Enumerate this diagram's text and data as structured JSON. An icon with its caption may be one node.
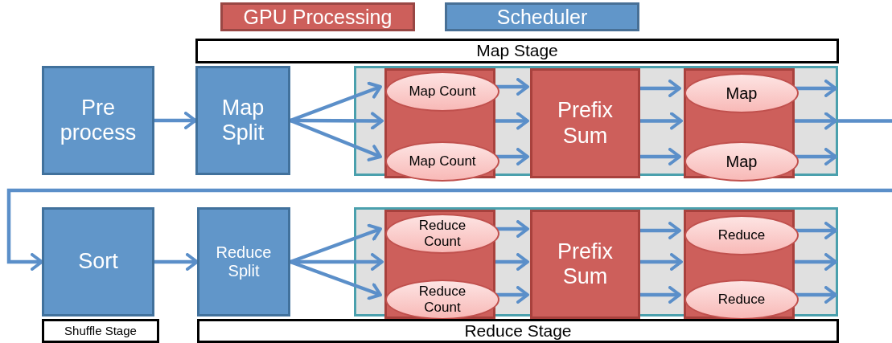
{
  "diagram": {
    "nodes": [
      {
        "text": [
          "Map Stage"
        ]
      },
      {
        "text": [
          "Pre process"
        ]
      },
      {
        "text": [
          "Map Split"
        ]
      },
      {
        "text": [],
        "shape": "box"
      },
      {
        "text": [],
        "shape": "box",
        "in": 3
      },
      {
        "text": [
          "Map Count"
        ],
        "in": 4
      },
      {
        "text": [
          "Map Count"
        ],
        "in": 4
      },
      {
        "text": [
          "Prefix Sum"
        ],
        "in": 3
      },
      {
        "text": [],
        "shape": "box",
        "in": 3
      },
      {
        "text": [
          "Map"
        ],
        "in": 8
      },
      {
        "text": [
          "Map"
        ],
        "in": 8
      },
      {
        "text": [
          "Sort"
        ]
      },
      {
        "text": [
          "Reduce Split"
        ]
      },
      {
        "text": [],
        "shape": "box"
      },
      {
        "text": [],
        "shape": "box",
        "in": 13
      },
      {
        "text": [
          "Reduce Count"
        ],
        "in": 14
      },
      {
        "text": [
          "Reduce Count"
        ],
        "in": 14
      },
      {
        "text": [
          "Prefix Sum"
        ],
        "in": 13
      },
      {
        "text": [],
        "shape": "box",
        "in": 13
      },
      {
        "text": [
          "Reduce"
        ],
        "in": 18
      },
      {
        "text": [
          "Reduce"
        ],
        "in": 18
      },
      {
        "text": [
          "Shuffle Stage"
        ]
      },
      {
        "text": [
          "Reduce Stage"
        ]
      }
    ],
    "edges": [
      {
        "from": 1,
        "to": 2,
        "arrow": "to"
      },
      {
        "from": 2,
        "to": 5,
        "arrow": "to"
      },
      {
        "from": 2,
        "to": 4,
        "arrow": "to"
      },
      {
        "from": 2,
        "to": 6,
        "arrow": "to"
      },
      {
        "from": 5,
        "to": 7,
        "arrow": "to"
      },
      {
        "from": 4,
        "to": 7,
        "arrow": "to"
      },
      {
        "from": 6,
        "to": 7,
        "arrow": "to"
      },
      {
        "from": 7,
        "to": 9,
        "arrow": "to"
      },
      {
        "from": 7,
        "to": 8,
        "arrow": "to"
      },
      {
        "from": 7,
        "to": 10,
        "arrow": "to"
      },
      {
        "from": 9,
        "to": 3,
        "arrow": "to"
      },
      {
        "from": 8,
        "to": 3,
        "arrow": "to"
      },
      {
        "from": 10,
        "to": 3,
        "arrow": "to"
      },
      {
        "from": 3,
        "to": 11,
        "arrow": "to"
      },
      {
        "from": 11,
        "to": 12,
        "arrow": "to"
      },
      {
        "from": 12,
        "to": 15,
        "arrow": "to"
      },
      {
        "from": 12,
        "to": 14,
        "arrow": "to"
      },
      {
        "from": 12,
        "to": 16,
        "arrow": "to"
      },
      {
        "from": 15,
        "to": 17,
        "arrow": "to"
      },
      {
        "from": 14,
        "to": 17,
        "arrow": "to"
      },
      {
        "from": 16,
        "to": 17,
        "arrow": "to"
      },
      {
        "from": 17,
        "to": 19,
        "arrow": "to"
      },
      {
        "from": 17,
        "to": 18,
        "arrow": "to"
      },
      {
        "from": 17,
        "to": 20,
        "arrow": "to"
      },
      {
        "from": 19,
        "to": 13,
        "arrow": "to"
      },
      {
        "from": 18,
        "to": 13,
        "arrow": "to"
      },
      {
        "from": 20,
        "to": 13,
        "arrow": "to"
      }
    ],
    "legend": [
      {
        "text": "GPU Processing",
        "color": "#cd5f5b"
      },
      {
        "text": "Scheduler",
        "color": "#6196c9"
      }
    ]
  }
}
